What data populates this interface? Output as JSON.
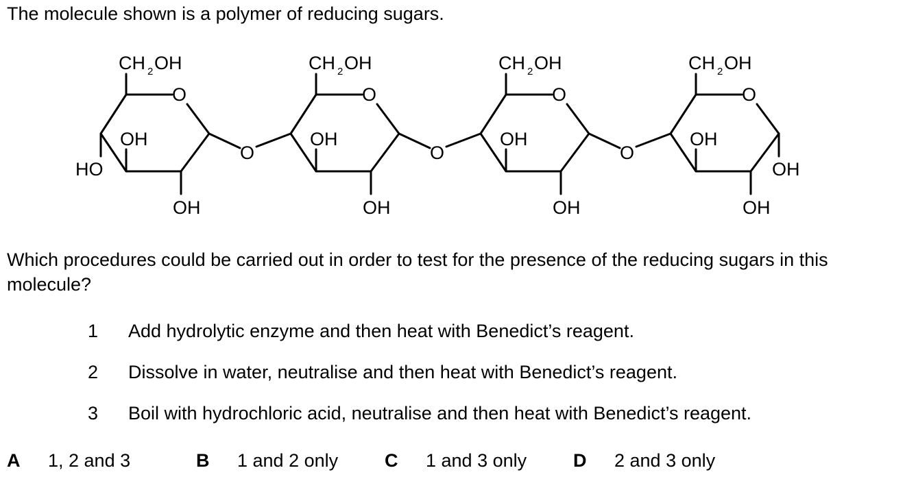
{
  "intro": "The molecule shown is a polymer of reducing sugars.",
  "molecule": {
    "ring_label": "CH",
    "ring_label_sub": "2",
    "ring_label_end": "OH",
    "oh": "OH",
    "ho": "HO",
    "ring_oxygen": "O",
    "glycosidic_oxygen": "O"
  },
  "question": "Which procedures could be carried out in order to test for the presence of the reducing sugars in this molecule?",
  "statements": [
    {
      "number": "1",
      "text": "Add hydrolytic enzyme and then heat with Benedict’s reagent."
    },
    {
      "number": "2",
      "text": "Dissolve in water, neutralise and then heat with Benedict’s reagent."
    },
    {
      "number": "3",
      "text": "Boil with hydrochloric acid, neutralise and then heat with Benedict’s reagent."
    }
  ],
  "options": [
    {
      "letter": "A",
      "text": "1, 2 and 3"
    },
    {
      "letter": "B",
      "text": "1 and 2 only"
    },
    {
      "letter": "C",
      "text": "1 and 3 only"
    },
    {
      "letter": "D",
      "text": "2 and 3 only"
    }
  ]
}
